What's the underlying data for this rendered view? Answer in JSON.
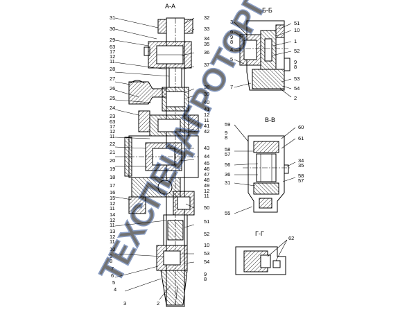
{
  "section_titles": {
    "aa": "А-А",
    "bb": "Б-Б",
    "vv": "В-В",
    "gg": "Г-Г"
  },
  "watermark": {
    "text": "ТЕХСПЕЦАГРОТОРГ",
    "color": "#2c4f96"
  },
  "colors": {
    "line": "#000000",
    "hatch": "#000000",
    "background": "#ffffff"
  },
  "left_labels": [
    "31",
    "30",
    "29",
    "63",
    "17",
    "12",
    "11",
    "28",
    "27",
    "26",
    "25",
    "24",
    "23",
    "63",
    "17",
    "12",
    "11",
    "22",
    "21",
    "20",
    "19",
    "18",
    "17",
    "16",
    "15",
    "12",
    "11",
    "14",
    "12",
    "11",
    "13",
    "12",
    "11",
    "10",
    "9",
    "8",
    "7",
    "6",
    "5",
    "4",
    "3"
  ],
  "right_labels": [
    "32",
    "33",
    "34",
    "35",
    "36",
    "37",
    "38",
    "39",
    "40",
    "41",
    "12",
    "11",
    "41",
    "42",
    "43",
    "44",
    "45",
    "46",
    "47",
    "48",
    "49",
    "12",
    "11",
    "50",
    "51",
    "52",
    "10",
    "53",
    "54",
    "9",
    "8"
  ],
  "bottom_labels": [
    "2",
    "1"
  ],
  "bb_labels": {
    "left": [
      "3",
      "6",
      "9",
      "8",
      "4",
      "5",
      "7"
    ],
    "right": [
      "51",
      "10",
      "1",
      "52",
      "9",
      "8",
      "53",
      "54",
      "2"
    ]
  },
  "vv_labels": {
    "left": [
      "59",
      "9",
      "8",
      "58",
      "57",
      "56",
      "36",
      "31",
      "55"
    ],
    "right": [
      "60",
      "61",
      "34",
      "35",
      "58",
      "57"
    ]
  },
  "gg_labels": [
    "62"
  ]
}
